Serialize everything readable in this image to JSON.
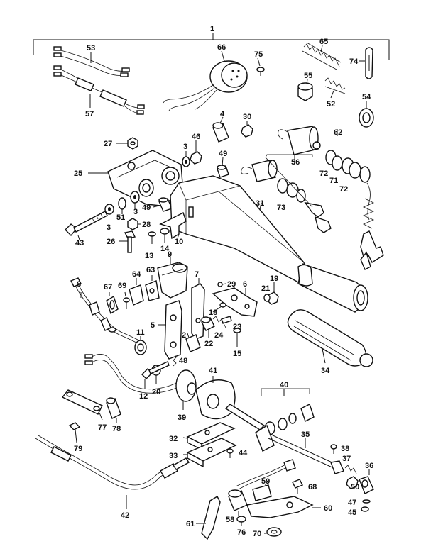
{
  "diagram": {
    "callouts": {
      "c1": "1",
      "c53": "53",
      "c57": "57",
      "c66": "66",
      "c75": "75",
      "c65": "65",
      "c74": "74",
      "c55": "55",
      "c52": "52",
      "c54": "54",
      "c4": "4",
      "c30": "30",
      "c62": "62",
      "c27": "27",
      "c3a": "3",
      "c46": "46",
      "c25": "25",
      "c49a": "49",
      "c56": "56",
      "c72a": "72",
      "c71": "71",
      "c72b": "72",
      "c73": "73",
      "c3b": "3",
      "c51": "51",
      "c3c": "3",
      "c49b": "49",
      "c31": "31",
      "c28": "28",
      "c43": "43",
      "c26": "26",
      "c14": "14",
      "c10": "10",
      "c13": "13",
      "c9": "9",
      "c63": "63",
      "c64": "64",
      "c8": "8",
      "c67": "67",
      "c69": "69",
      "c7": "7",
      "c29": "29",
      "c6": "6",
      "c19": "19",
      "c21": "21",
      "c18": "18",
      "c23": "23",
      "c5": "5",
      "c24": "24",
      "c2": "2",
      "c22": "22",
      "c11": "11",
      "c15": "15",
      "c34": "34",
      "c48": "48",
      "c41": "41",
      "c12": "12",
      "c20": "20",
      "c40": "40",
      "c39": "39",
      "c77": "77",
      "c78": "78",
      "c32": "32",
      "c35": "35",
      "c79": "79",
      "c33": "33",
      "c44": "44",
      "c38": "38",
      "c37": "37",
      "c36": "36",
      "c59": "59",
      "c68": "68",
      "c50": "50",
      "c42": "42",
      "c60": "60",
      "c47": "47",
      "c58": "58",
      "c45": "45",
      "c61": "61",
      "c76": "76",
      "c70": "70"
    }
  }
}
